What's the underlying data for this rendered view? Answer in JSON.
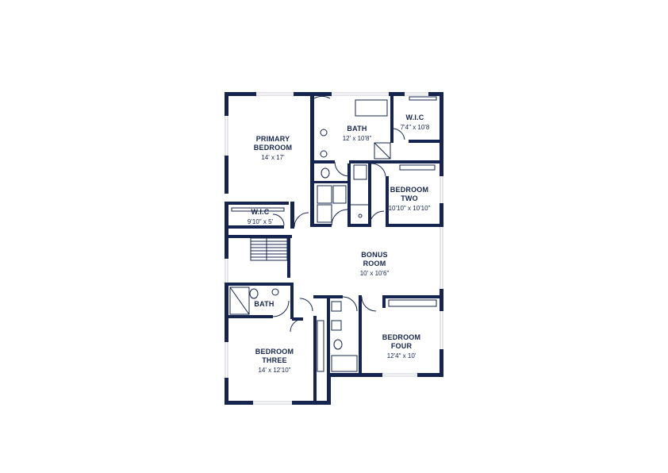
{
  "floor_plan": {
    "colors": {
      "wall": "#16254f",
      "window": "#c9ccd6",
      "background": "#ffffff"
    },
    "rooms": {
      "primary_bedroom": {
        "name_line1": "PRIMARY",
        "name_line2": "BEDROOM",
        "dims": "14' x 17'"
      },
      "bath_primary": {
        "name": "BATH",
        "dims": "12' x 10'8\""
      },
      "wic_primary": {
        "name": "W.I.C",
        "dims": "7'4\" x 10'8"
      },
      "bedroom_two": {
        "name_line1": "BEDROOM",
        "name_line2": "TWO",
        "dims": "10'10\" x 10'10\""
      },
      "wic_small": {
        "name": "W.I.C",
        "dims": "9'10\" x 5'"
      },
      "bonus_room": {
        "name_line1": "BONUS",
        "name_line2": "ROOM",
        "dims": "10' x 10'6\""
      },
      "bath_hall": {
        "name": "BATH"
      },
      "bedroom_three": {
        "name_line1": "BEDROOM",
        "name_line2": "THREE",
        "dims": "14' x 12'10\""
      },
      "bedroom_four": {
        "name_line1": "BEDROOM",
        "name_line2": "FOUR",
        "dims": "12'4\" x 10'"
      }
    }
  }
}
